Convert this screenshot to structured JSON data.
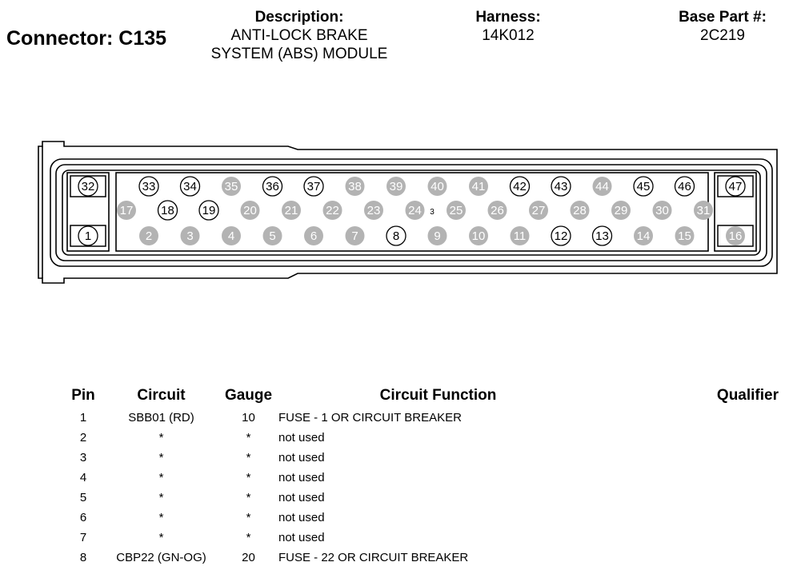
{
  "connector": {
    "title": "Connector: C135",
    "description_label": "Description:",
    "description_line1": "ANTI-LOCK BRAKE",
    "description_line2": "SYSTEM (ABS) MODULE",
    "harness_label": "Harness:",
    "harness_value": "14K012",
    "base_part_label": "Base Part #:",
    "base_part_value": "2C219"
  },
  "diagram": {
    "center_mark": "3",
    "colors": {
      "used_pin_fill": "#ffffff",
      "unused_pin_fill": "#b3b3b3",
      "outline": "#000000"
    },
    "top_row": [
      {
        "n": "33",
        "used": true
      },
      {
        "n": "34",
        "used": true
      },
      {
        "n": "35",
        "used": false
      },
      {
        "n": "36",
        "used": true
      },
      {
        "n": "37",
        "used": true
      },
      {
        "n": "38",
        "used": false
      },
      {
        "n": "39",
        "used": false
      },
      {
        "n": "40",
        "used": false
      },
      {
        "n": "41",
        "used": false
      },
      {
        "n": "42",
        "used": true
      },
      {
        "n": "43",
        "used": true
      },
      {
        "n": "44",
        "used": false
      },
      {
        "n": "45",
        "used": true
      },
      {
        "n": "46",
        "used": true
      }
    ],
    "middle_row": [
      {
        "n": "17",
        "used": false
      },
      {
        "n": "18",
        "used": true
      },
      {
        "n": "19",
        "used": true
      },
      {
        "n": "20",
        "used": false
      },
      {
        "n": "21",
        "used": false
      },
      {
        "n": "22",
        "used": false
      },
      {
        "n": "23",
        "used": false
      },
      {
        "n": "24",
        "used": false
      },
      {
        "n": "25",
        "used": false
      },
      {
        "n": "26",
        "used": false
      },
      {
        "n": "27",
        "used": false
      },
      {
        "n": "28",
        "used": false
      },
      {
        "n": "29",
        "used": false
      },
      {
        "n": "30",
        "used": false
      },
      {
        "n": "31",
        "used": false
      }
    ],
    "bottom_row": [
      {
        "n": "2",
        "used": false
      },
      {
        "n": "3",
        "used": false
      },
      {
        "n": "4",
        "used": false
      },
      {
        "n": "5",
        "used": false
      },
      {
        "n": "6",
        "used": false
      },
      {
        "n": "7",
        "used": false
      },
      {
        "n": "8",
        "used": true
      },
      {
        "n": "9",
        "used": false
      },
      {
        "n": "10",
        "used": false
      },
      {
        "n": "11",
        "used": false
      },
      {
        "n": "12",
        "used": true
      },
      {
        "n": "13",
        "used": true
      },
      {
        "n": "14",
        "used": false
      },
      {
        "n": "15",
        "used": false
      }
    ],
    "large_pins": [
      {
        "n": "32",
        "used": true
      },
      {
        "n": "1",
        "used": true
      },
      {
        "n": "47",
        "used": true
      },
      {
        "n": "16",
        "used": false
      }
    ]
  },
  "table": {
    "headers": {
      "pin": "Pin",
      "circuit": "Circuit",
      "gauge": "Gauge",
      "function": "Circuit Function",
      "qualifier": "Qualifier"
    },
    "rows": [
      {
        "pin": "1",
        "circuit": "SBB01 (RD)",
        "gauge": "10",
        "function": "FUSE - 1 OR CIRCUIT BREAKER",
        "qualifier": ""
      },
      {
        "pin": "2",
        "circuit": "*",
        "gauge": "*",
        "function": "not used",
        "qualifier": ""
      },
      {
        "pin": "3",
        "circuit": "*",
        "gauge": "*",
        "function": "not used",
        "qualifier": ""
      },
      {
        "pin": "4",
        "circuit": "*",
        "gauge": "*",
        "function": "not used",
        "qualifier": ""
      },
      {
        "pin": "5",
        "circuit": "*",
        "gauge": "*",
        "function": "not used",
        "qualifier": ""
      },
      {
        "pin": "6",
        "circuit": "*",
        "gauge": "*",
        "function": "not used",
        "qualifier": ""
      },
      {
        "pin": "7",
        "circuit": "*",
        "gauge": "*",
        "function": "not used",
        "qualifier": ""
      },
      {
        "pin": "8",
        "circuit": "CBP22 (GN-OG)",
        "gauge": "20",
        "function": "FUSE - 22 OR CIRCUIT BREAKER",
        "qualifier": ""
      }
    ]
  }
}
